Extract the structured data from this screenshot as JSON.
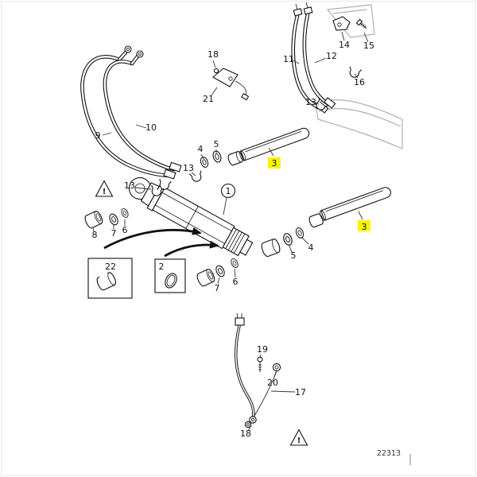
{
  "diagram": {
    "code": "22313",
    "warning_symbol": "!",
    "highlight_color": "#f8f400",
    "callouts": {
      "c1": "1",
      "c2": "2",
      "c3_upper": "3",
      "c3_lower": "3",
      "c4_upper": "4",
      "c4_lower": "4",
      "c5_upper": "5",
      "c5_lower": "5",
      "c6_left": "6",
      "c6_lower": "6",
      "c7_left": "7",
      "c7_lower": "7",
      "c8": "8",
      "c9": "9",
      "c10": "10",
      "c11": "11",
      "c12": "12",
      "c13_left": "13",
      "c13_center": "13",
      "c13_right": "13",
      "c14": "14",
      "c15": "15",
      "c16": "16",
      "c17": "17",
      "c18_top": "18",
      "c18_bottom": "18",
      "c19": "19",
      "c20": "20",
      "c21": "21",
      "c22": "22"
    }
  }
}
